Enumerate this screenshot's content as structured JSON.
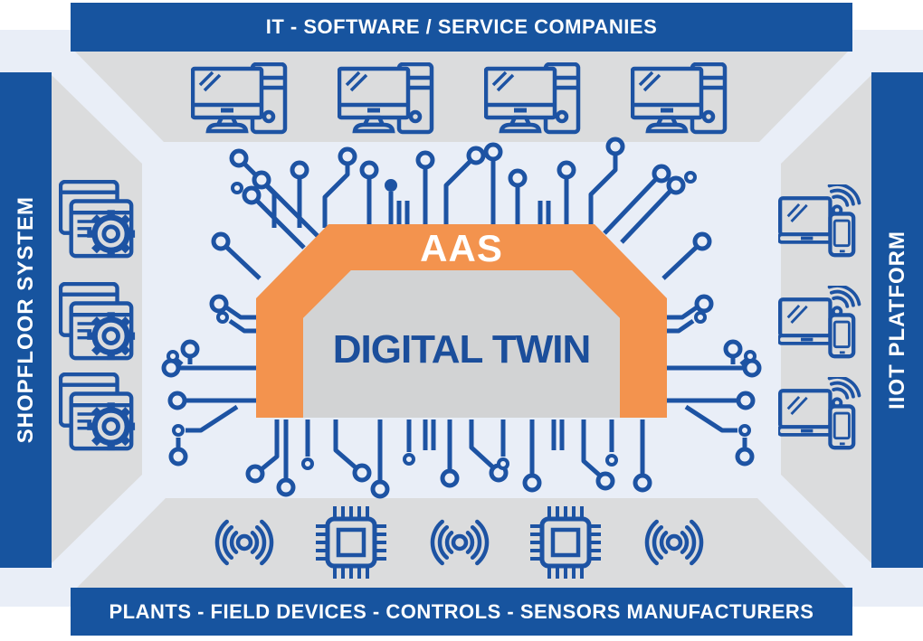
{
  "title_bars": {
    "top": "IT - SOFTWARE / SERVICE COMPANIES",
    "bottom": "PLANTS - FIELD DEVICES - CONTROLS - SENSORS MANUFACTURERS",
    "left": "SHOPFLOOR SYSTEM",
    "right": "IIOT PLATFORM"
  },
  "center": {
    "band_label": "AAS",
    "core_label": "DIGITAL TWIN"
  },
  "icons": {
    "top": {
      "name": "desktop-computer-icon",
      "count": 4
    },
    "left": {
      "name": "software-window-gear-icon",
      "count": 3
    },
    "right": {
      "name": "laptop-smartphone-wifi-icon",
      "count": 3
    },
    "bottom_wireless": {
      "name": "wireless-signal-icon",
      "count": 3
    },
    "bottom_chip": {
      "name": "microchip-icon",
      "count": 2
    }
  },
  "colors": {
    "bar_blue": "#17549F",
    "line_blue": "#1D53A3",
    "orange": "#F3934E",
    "band_gray": "#DBDCDD",
    "core_gray": "#D2D3D4",
    "background": "#E9EEF7",
    "title_text": "#FFFFFF",
    "core_text": "#1B4E9B"
  }
}
